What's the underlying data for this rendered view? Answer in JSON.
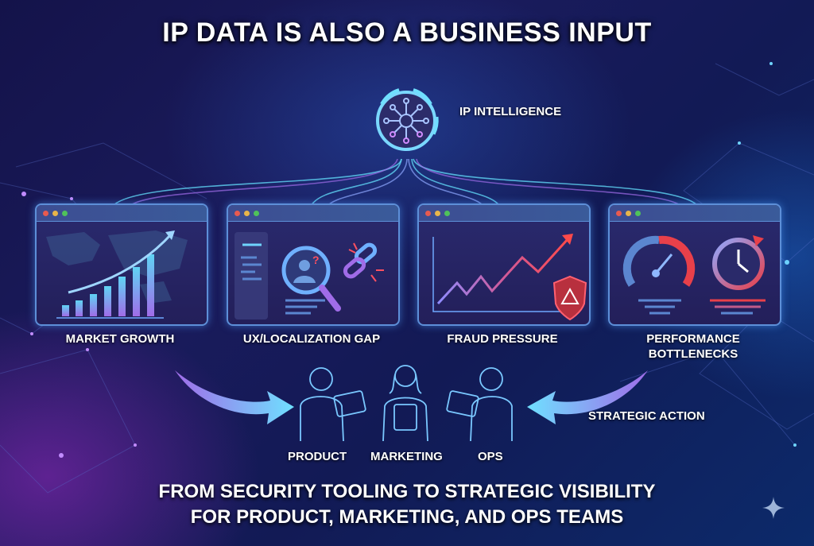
{
  "title": "IP DATA IS ALSO A BUSINESS INPUT",
  "hub": {
    "label": "IP INTELLIGENCE",
    "icon": "network-hub-icon"
  },
  "panels": [
    {
      "label": "MARKET GROWTH",
      "icon": "world-map-bar-chart-icon"
    },
    {
      "label": "UX/LOCALIZATION GAP",
      "icon": "magnifier-user-broken-link-icon"
    },
    {
      "label": "FRAUD PRESSURE",
      "icon": "rising-line-warning-shield-icon"
    },
    {
      "label": "PERFORMANCE BOTTLENECKS",
      "label_line1": "PERFORMANCE",
      "label_line2": "BOTTLENECKS",
      "icon": "speedometer-clock-icon"
    }
  ],
  "teams": [
    {
      "label": "PRODUCT"
    },
    {
      "label": "MARKETING"
    },
    {
      "label": "OPS"
    }
  ],
  "arrow_label": "STRATEGIC ACTION",
  "footer": {
    "line1": "FROM SECURITY TOOLING TO STRATEGIC VISIBILITY",
    "line2": "FOR PRODUCT, MARKETING, AND OPS TEAMS"
  },
  "colors": {
    "background_dark": "#14134a",
    "accent_cyan": "#5fd4f4",
    "accent_purple": "#a06ce8",
    "alert_red": "#e8404a",
    "window_dot_red": "#e85a4f",
    "window_dot_yellow": "#e8b54a",
    "window_dot_green": "#4fc25a"
  }
}
